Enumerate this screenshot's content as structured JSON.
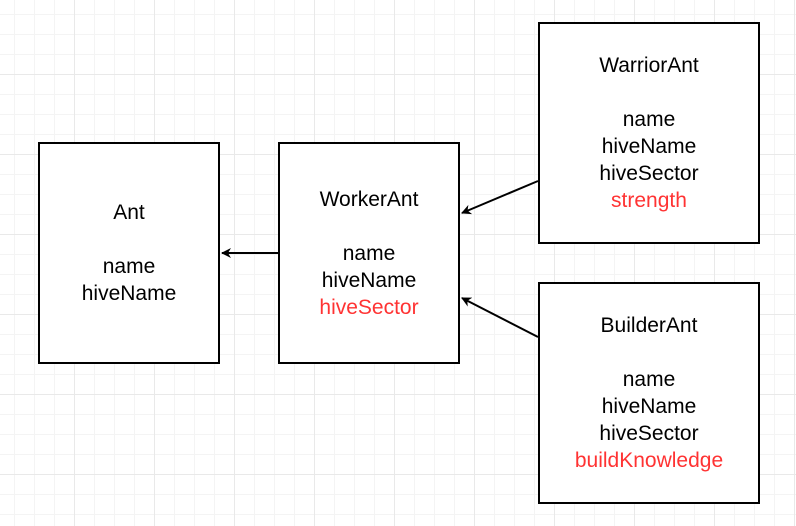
{
  "colors": {
    "inherited": "#000000",
    "added": "#ff3333",
    "border": "#000000"
  },
  "nodes": {
    "ant": {
      "title": "Ant",
      "fields": [
        {
          "text": "name",
          "added": false
        },
        {
          "text": "hiveName",
          "added": false
        }
      ]
    },
    "worker": {
      "title": "WorkerAnt",
      "fields": [
        {
          "text": "name",
          "added": false
        },
        {
          "text": "hiveName",
          "added": false
        },
        {
          "text": "hiveSector",
          "added": true
        }
      ]
    },
    "warrior": {
      "title": "WarriorAnt",
      "fields": [
        {
          "text": "name",
          "added": false
        },
        {
          "text": "hiveName",
          "added": false
        },
        {
          "text": "hiveSector",
          "added": false
        },
        {
          "text": "strength",
          "added": true
        }
      ]
    },
    "builder": {
      "title": "BuilderAnt",
      "fields": [
        {
          "text": "name",
          "added": false
        },
        {
          "text": "hiveName",
          "added": false
        },
        {
          "text": "hiveSector",
          "added": false
        },
        {
          "text": "buildKnowledge",
          "added": true
        }
      ]
    }
  },
  "edges": [
    {
      "from": "worker",
      "to": "ant"
    },
    {
      "from": "warrior",
      "to": "worker"
    },
    {
      "from": "builder",
      "to": "worker"
    }
  ]
}
